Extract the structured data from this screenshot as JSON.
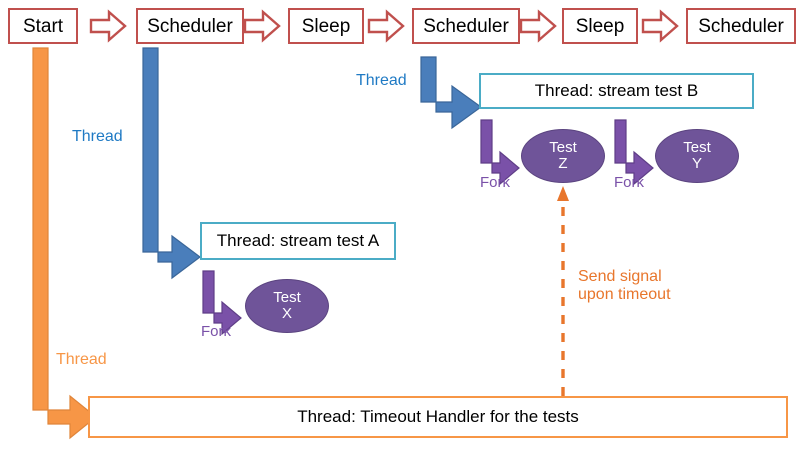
{
  "diagram": {
    "title": "Thread scheduling and timeout handling flow",
    "colors": {
      "flow_box_border": "#c0504d",
      "thread_box_border": "#4bacc6",
      "timeout_box_border": "#f79646",
      "thread_arrow_blue": "#4a7ebb",
      "thread_arrow_orange": "#f79646",
      "fork_arrow_purple": "#7a51a8",
      "test_oval_fill": "#6f5499",
      "signal_line": "#e8762c",
      "background": "#ffffff"
    },
    "flow_steps": [
      {
        "label": "Start"
      },
      {
        "label": "Scheduler"
      },
      {
        "label": "Sleep"
      },
      {
        "label": "Scheduler"
      },
      {
        "label": "Sleep"
      },
      {
        "label": "Scheduler"
      }
    ],
    "flow_connector_icon": "block-arrow-right-icon",
    "thread_labels": {
      "scheduler1": "Thread",
      "scheduler2": "Thread",
      "timeout": "Thread"
    },
    "thread_boxes": [
      {
        "label": "Thread: stream test A"
      },
      {
        "label": "Thread: stream test B"
      },
      {
        "label": "Thread: Timeout Handler for the tests"
      }
    ],
    "tests": [
      {
        "name": "Test",
        "id": "X",
        "fork_label": "Fork"
      },
      {
        "name": "Test",
        "id": "Z",
        "fork_label": "Fork"
      },
      {
        "name": "Test",
        "id": "Y",
        "fork_label": "Fork"
      }
    ],
    "signal_note": {
      "line1": "Send signal",
      "line2": "upon timeout"
    }
  }
}
